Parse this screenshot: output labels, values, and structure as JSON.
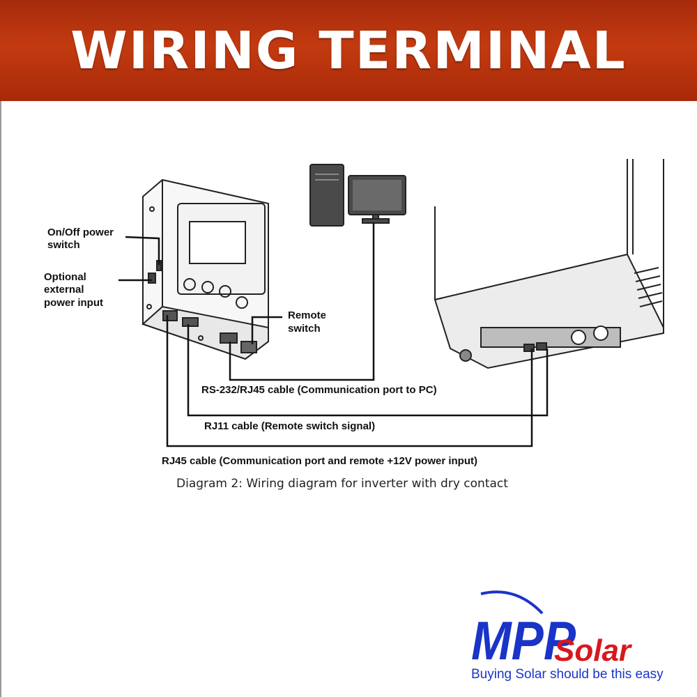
{
  "header": {
    "title": "WIRING TERMINAL"
  },
  "labels": {
    "onoff_line1": "On/Off power",
    "onoff_line2": "switch",
    "ext_line1": "Optional",
    "ext_line2": "external",
    "ext_line3": "power input",
    "remote_line1": "Remote",
    "remote_line2": "switch"
  },
  "cables": {
    "rs232": "RS-232/RJ45 cable (Communication port to PC)",
    "rj11": "RJ11 cable (Remote switch signal)",
    "rj45": "RJ45 cable (Communication port and remote +12V power input)"
  },
  "caption": "Diagram 2: Wiring diagram for inverter with dry contact",
  "logo": {
    "mpp": "MPP",
    "solar": "Solar",
    "tagline": "Buying Solar should be this easy",
    "colors": {
      "blue": "#1a34c8",
      "red": "#d8181c"
    }
  },
  "colors": {
    "banner": "#b8320e"
  }
}
